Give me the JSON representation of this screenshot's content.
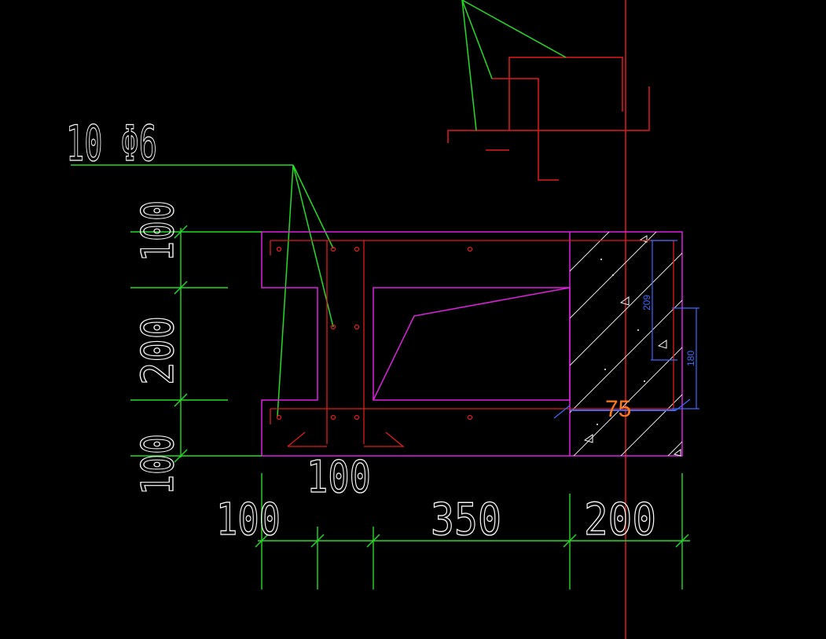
{
  "rebar_label": "10 Φ6",
  "colors": {
    "background": "#000000",
    "outline": "#e020e0",
    "rebar": "#e01b1b",
    "dimension": "#22dd22",
    "leader": "#22dd22",
    "text": "#ffffff",
    "annotation": "#3a6bff",
    "tag": "#ff7a1a",
    "hatch": "#ffffff"
  },
  "dimensions": {
    "left": [
      "100",
      "200",
      "100"
    ],
    "bottom": [
      "100",
      "100",
      "350",
      "200"
    ]
  },
  "wall_dimensions": [
    "209",
    "180"
  ],
  "wall_tag": "75"
}
